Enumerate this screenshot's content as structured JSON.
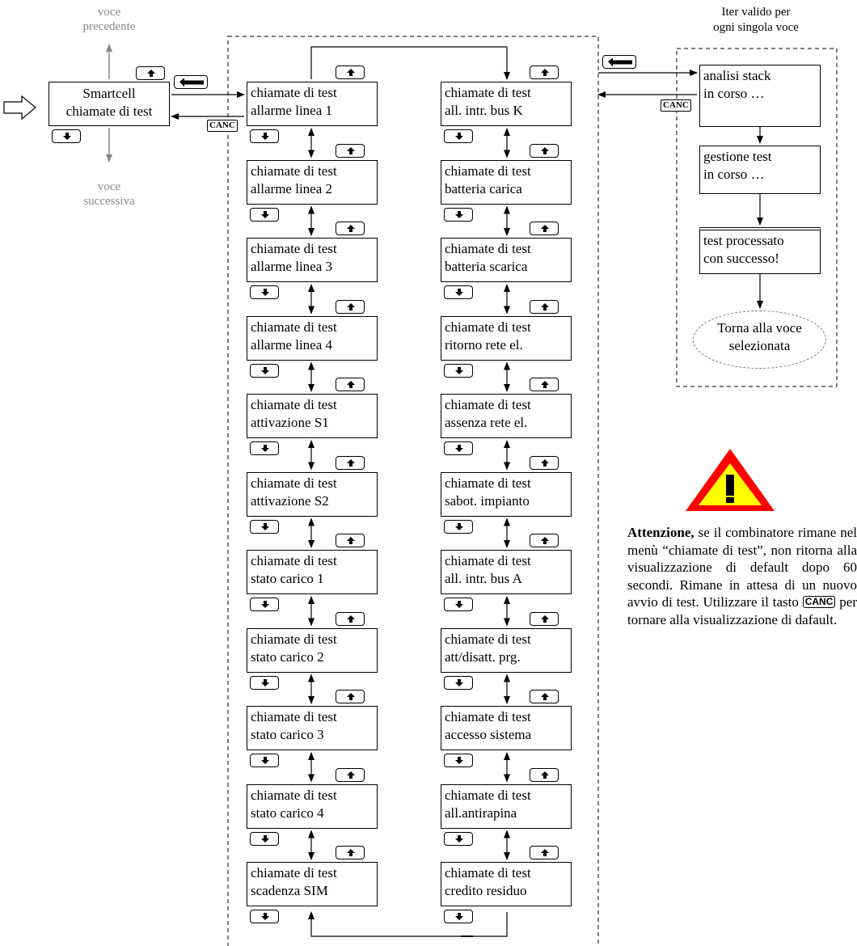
{
  "main": {
    "line1": "Smartcell",
    "line2": "chiamate di test"
  },
  "prev_label": {
    "line1": "voce",
    "line2": "precedente"
  },
  "next_label": {
    "line1": "voce",
    "line2": "successiva"
  },
  "canc_label": "CANC",
  "left_column": [
    {
      "line1": "chiamate di test",
      "line2": "allarme linea 1"
    },
    {
      "line1": "chiamate di test",
      "line2": "allarme linea 2"
    },
    {
      "line1": "chiamate di test",
      "line2": "allarme linea 3"
    },
    {
      "line1": "chiamate di test",
      "line2": "allarme linea 4"
    },
    {
      "line1": "chiamate di test",
      "line2": "attivazione S1"
    },
    {
      "line1": "chiamate di test",
      "line2": "attivazione S2"
    },
    {
      "line1": "chiamate di test",
      "line2": "stato carico 1"
    },
    {
      "line1": "chiamate di test",
      "line2": "stato carico 2"
    },
    {
      "line1": "chiamate di test",
      "line2": "stato carico 3"
    },
    {
      "line1": "chiamate di test",
      "line2": "stato carico 4"
    },
    {
      "line1": "chiamate di test",
      "line2": "scadenza SIM"
    }
  ],
  "right_column": [
    {
      "line1": "chiamate di test",
      "line2": "all. intr. bus K"
    },
    {
      "line1": "chiamate di test",
      "line2": "batteria carica"
    },
    {
      "line1": "chiamate di test",
      "line2": "batteria scarica"
    },
    {
      "line1": "chiamate di test",
      "line2": "ritorno rete el."
    },
    {
      "line1": "chiamate di test",
      "line2": "assenza rete el."
    },
    {
      "line1": "chiamate di test",
      "line2": "sabot. impianto"
    },
    {
      "line1": "chiamate di test",
      "line2": "all. intr. bus A"
    },
    {
      "line1": "chiamate di test",
      "line2": "att/disatt. prg."
    },
    {
      "line1": "chiamate di test",
      "line2": "accesso sistema"
    },
    {
      "line1": "chiamate di test",
      "line2": "all.antirapina"
    },
    {
      "line1": "chiamate di test",
      "line2": "credito residuo"
    }
  ],
  "iter": {
    "header_line1": "Iter valido per",
    "header_line2": "ogni singola voce",
    "step1": {
      "line1": "analisi stack",
      "line2": "in corso …"
    },
    "step2": {
      "line1": "gestione test",
      "line2": "in corso …"
    },
    "step3": {
      "line1": "test processato",
      "line2": "con successo!"
    },
    "end": {
      "line1": "Torna alla voce",
      "line2": "selezionata"
    }
  },
  "note": {
    "bold": "Attenzione,",
    "text1": " se il combinatore rimane nel menù “chiamate di test”, non ritorna alla visualizzazione di default dopo 60 secondi. Rimane in attesa di un nuovo avvio di test. Utilizzare il tasto ",
    "canc": "CANC",
    "text2": " per tornare alla visualizzazione di dafault."
  },
  "colors": {
    "warning_red": "#ff0000",
    "warning_yellow": "#ffff00",
    "gray_text": "#888888"
  }
}
